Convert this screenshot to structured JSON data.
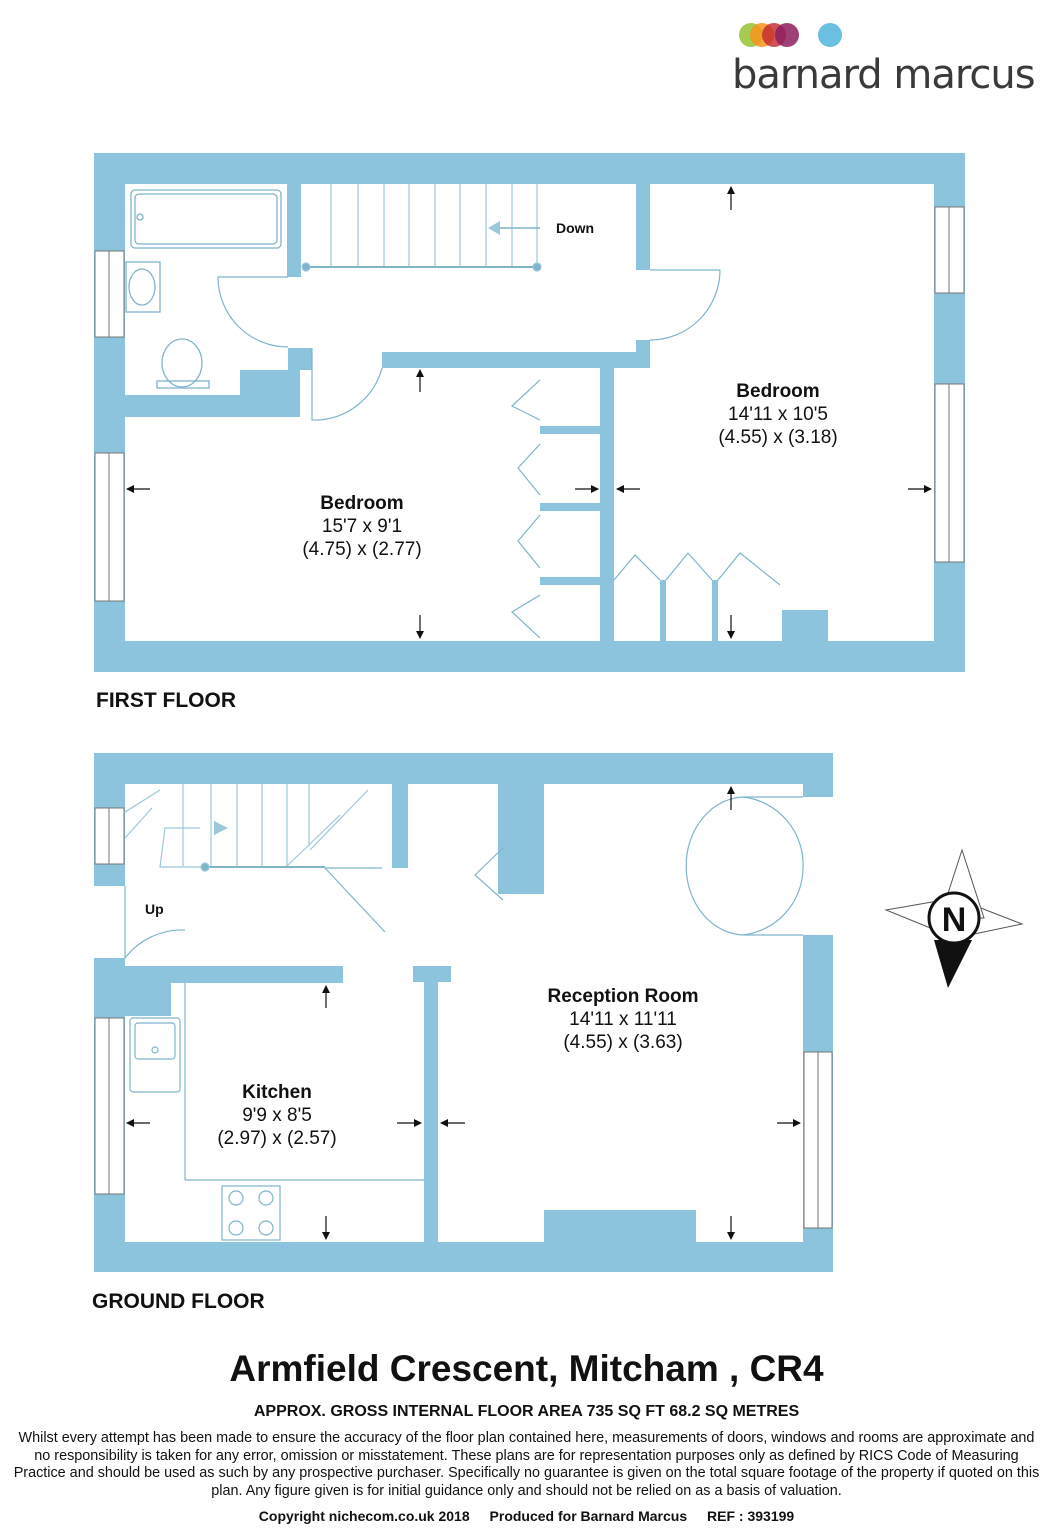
{
  "brand": {
    "name": "barnard marcus",
    "dot_colors": [
      "#9bc53d",
      "#f7941d",
      "#c1272d",
      "#8d1f5d",
      "#6bbfe0"
    ]
  },
  "colors": {
    "wall": "#8cc3dd",
    "fixture": "#a7cfe2",
    "text": "#111111"
  },
  "first_floor": {
    "label": "FIRST FLOOR",
    "stairs_label": "Down",
    "rooms": [
      {
        "name": "Bedroom",
        "imperial": "15'7 x 9'1",
        "metric": "(4.75) x (2.77)"
      },
      {
        "name": "Bedroom",
        "imperial": "14'11 x 10'5",
        "metric": "(4.55) x (3.18)"
      }
    ]
  },
  "ground_floor": {
    "label": "GROUND FLOOR",
    "stairs_label": "Up",
    "rooms": [
      {
        "name": "Reception Room",
        "imperial": "14'11 x 11'11",
        "metric": "(4.55) x (3.63)"
      },
      {
        "name": "Kitchen",
        "imperial": "9'9 x 8'5",
        "metric": "(2.97) x (2.57)"
      }
    ]
  },
  "compass": {
    "label": "N"
  },
  "address": "Armfield Crescent, Mitcham , CR4",
  "area_text": "APPROX. GROSS INTERNAL FLOOR AREA 735 SQ FT 68.2 SQ METRES",
  "disclaimer": "Whilst every attempt has been made to ensure the accuracy of the floor plan contained here, measurements of doors, windows and rooms are approximate and no responsibility is taken for any error, omission or misstatement. These plans are for representation purposes only as defined by RICS Code of Measuring Practice and should be used as such by any prospective purchaser.  Specifically no guarantee is given on the total square footage of the property if quoted on this plan. Any figure given is for initial guidance only and should not be relied on as a basis of valuation.",
  "footer": {
    "copyright": "Copyright nichecom.co.uk 2018",
    "produced": "Produced for Barnard Marcus",
    "ref": "REF : 393199"
  }
}
